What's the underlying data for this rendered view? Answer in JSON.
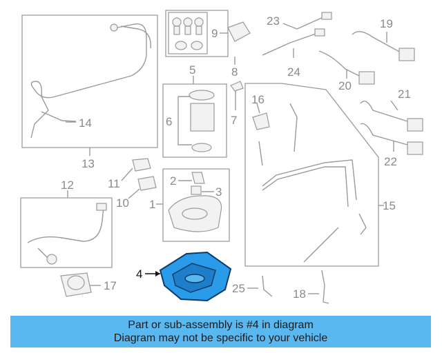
{
  "diagram": {
    "highlight_color": "#2a9be8",
    "highlighted_part": "4",
    "callouts": {
      "c1": "1",
      "c2": "2",
      "c3": "3",
      "c4": "4",
      "c5": "5",
      "c6": "6",
      "c7": "7",
      "c8": "8",
      "c9": "9",
      "c10": "10",
      "c11": "11",
      "c12": "12",
      "c13": "13",
      "c14": "14",
      "c15": "15",
      "c16": "16",
      "c17": "17",
      "c18": "18",
      "c19": "19",
      "c20": "20",
      "c21": "21",
      "c22": "22",
      "c23": "23",
      "c24": "24",
      "c25": "25"
    }
  },
  "banner": {
    "line1": "Part or sub-assembly is #4 in diagram",
    "line2": "Diagram may not be specific to your vehicle",
    "background": "#5ab8f0"
  }
}
